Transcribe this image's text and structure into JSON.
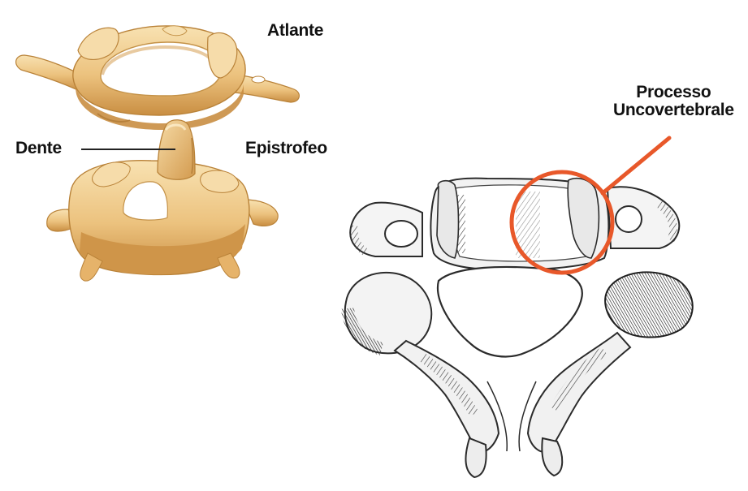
{
  "labels": {
    "atlas": "Atlante",
    "dens": "Dente",
    "axis": "Epistrofeo",
    "uncinate_line1": "Processo",
    "uncinate_line2": "Uncovertebrale"
  },
  "colors": {
    "bone_light": "#f3d39a",
    "bone_mid": "#e0b066",
    "bone_dark": "#b98238",
    "highlight_circle": "#e8582a",
    "sketch_ink": "#2b2b2b",
    "label_text": "#111111"
  },
  "icons": {
    "atlas": "atlas-vertebra-illustration",
    "axis": "axis-vertebra-illustration",
    "cervical": "cervical-vertebra-engraving"
  }
}
